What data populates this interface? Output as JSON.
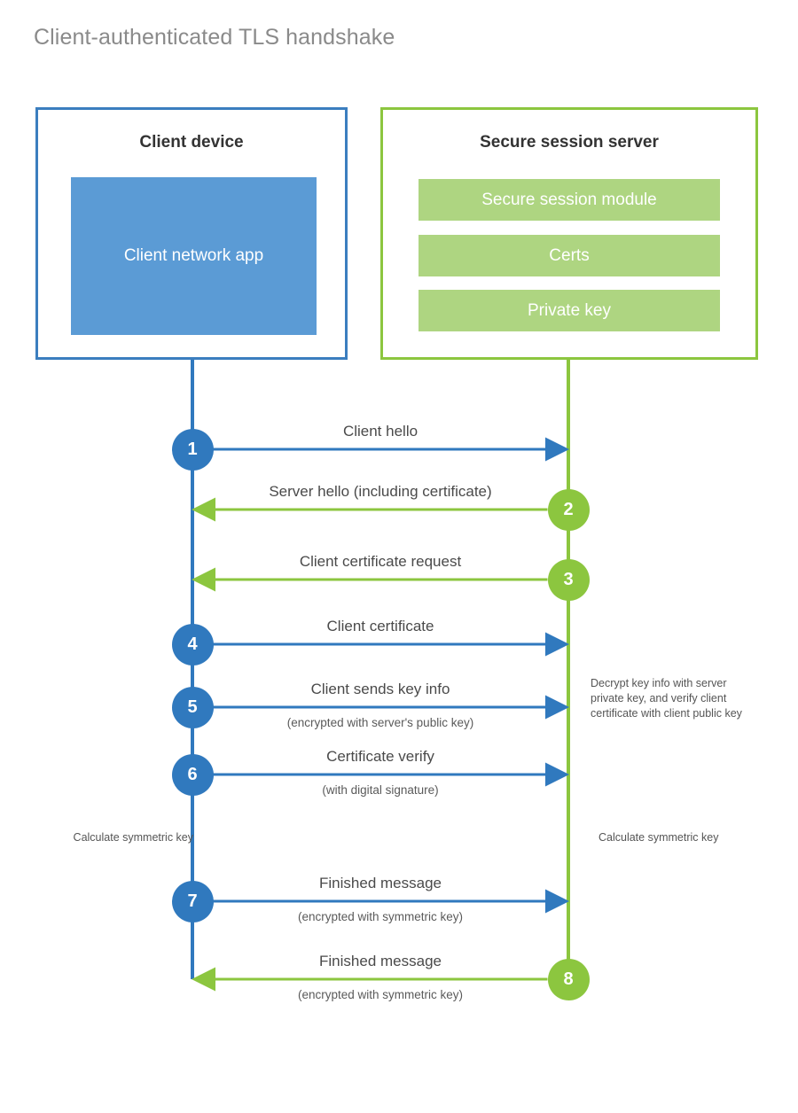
{
  "title": "Client-authenticated TLS handshake",
  "colors": {
    "client_accent": "#3079be",
    "client_border": "#3b7ebf",
    "client_fill": "#5b9bd5",
    "server_accent": "#8cc63f",
    "server_fill": "#aed581",
    "title_text": "#8a8a8a",
    "label_text": "#4a4a4a"
  },
  "actors": {
    "client": {
      "title": "Client device",
      "app_label": "Client network app"
    },
    "server": {
      "title": "Secure session server",
      "modules": [
        "Secure session module",
        "Certs",
        "Private key"
      ]
    }
  },
  "steps": [
    {
      "number": "1",
      "label": "Client hello",
      "sublabel": "",
      "direction": "client-to-server",
      "origin": "client"
    },
    {
      "number": "2",
      "label": "Server hello (including certificate)",
      "sublabel": "",
      "direction": "server-to-client",
      "origin": "server"
    },
    {
      "number": "3",
      "label": "Client certificate request",
      "sublabel": "",
      "direction": "server-to-client",
      "origin": "server"
    },
    {
      "number": "4",
      "label": "Client certificate",
      "sublabel": "",
      "direction": "client-to-server",
      "origin": "client"
    },
    {
      "number": "5",
      "label": "Client sends key info",
      "sublabel": "(encrypted with server's public key)",
      "direction": "client-to-server",
      "origin": "client"
    },
    {
      "number": "6",
      "label": "Certificate verify",
      "sublabel": "(with digital signature)",
      "direction": "client-to-server",
      "origin": "client"
    },
    {
      "number": "7",
      "label": "Finished message",
      "sublabel": "(encrypted with symmetric key)",
      "direction": "client-to-server",
      "origin": "client"
    },
    {
      "number": "8",
      "label": "Finished message",
      "sublabel": "(encrypted with symmetric key)",
      "direction": "server-to-client",
      "origin": "server"
    }
  ],
  "notes": {
    "decrypt": "Decrypt key info with server private key, and verify client certificate with client public key",
    "calculate_client": "Calculate symmetric key",
    "calculate_server": "Calculate symmetric key"
  }
}
